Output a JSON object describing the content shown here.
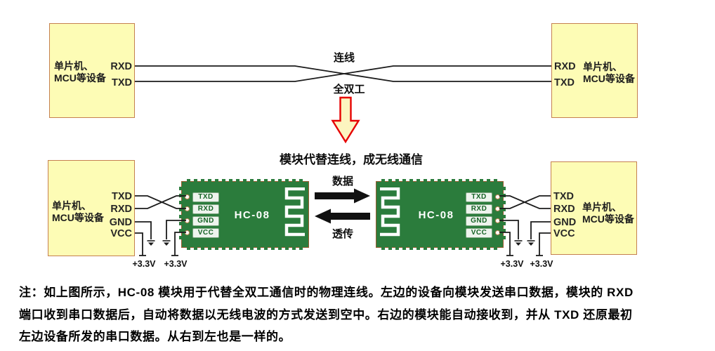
{
  "colors": {
    "device_fill": "#FDFCB5",
    "device_border": "#C5804F",
    "module_green": "#2B7C3C",
    "wire": "#1B1B1B",
    "red_arrow_stroke": "#E60202",
    "red_arrow_fill": "#FCF5C0",
    "black_arrow": "#111111"
  },
  "top_section": {
    "left_device": {
      "name_line1": "单片机、",
      "name_line2": "MCU等设备",
      "pin_top": "RXD",
      "pin_bottom": "TXD"
    },
    "right_device": {
      "name_line1": "单片机、",
      "name_line2": "MCU等设备",
      "pin_top": "RXD",
      "pin_bottom": "TXD"
    },
    "link_label": "连线",
    "duplex_label": "全双工",
    "caption": "模块代替连线，成无线通信"
  },
  "bottom_section": {
    "left_device": {
      "name_line1": "单片机、",
      "name_line2": "MCU等设备",
      "pins": [
        "TXD",
        "RXD",
        "GND",
        "VCC"
      ]
    },
    "right_device": {
      "name_line1": "单片机、",
      "name_line2": "MCU等设备",
      "pins": [
        "TXD",
        "RXD",
        "GND",
        "VCC"
      ]
    },
    "left_module": {
      "name": "HC-08",
      "pins": [
        "TXD",
        "RXD",
        "GND",
        "VCC"
      ]
    },
    "right_module": {
      "name": "HC-08",
      "pins": [
        "TXD",
        "RXD",
        "GND",
        "VCC"
      ]
    },
    "data_label": "数据",
    "passthrough_label": "透传",
    "supply_label": "+3.3V"
  },
  "note": {
    "line1": "注：如上图所示，HC-08 模块用于代替全双工通信时的物理连线。左边的设备向模块发送串口数据，模块的 RXD",
    "line2": "端口收到串口数据后，自动将数据以无线电波的方式发送到空中。右边的模块能自动接收到，并从 TXD 还原最初",
    "line3": "左边设备所发的串口数据。从右到左也是一样的。"
  }
}
